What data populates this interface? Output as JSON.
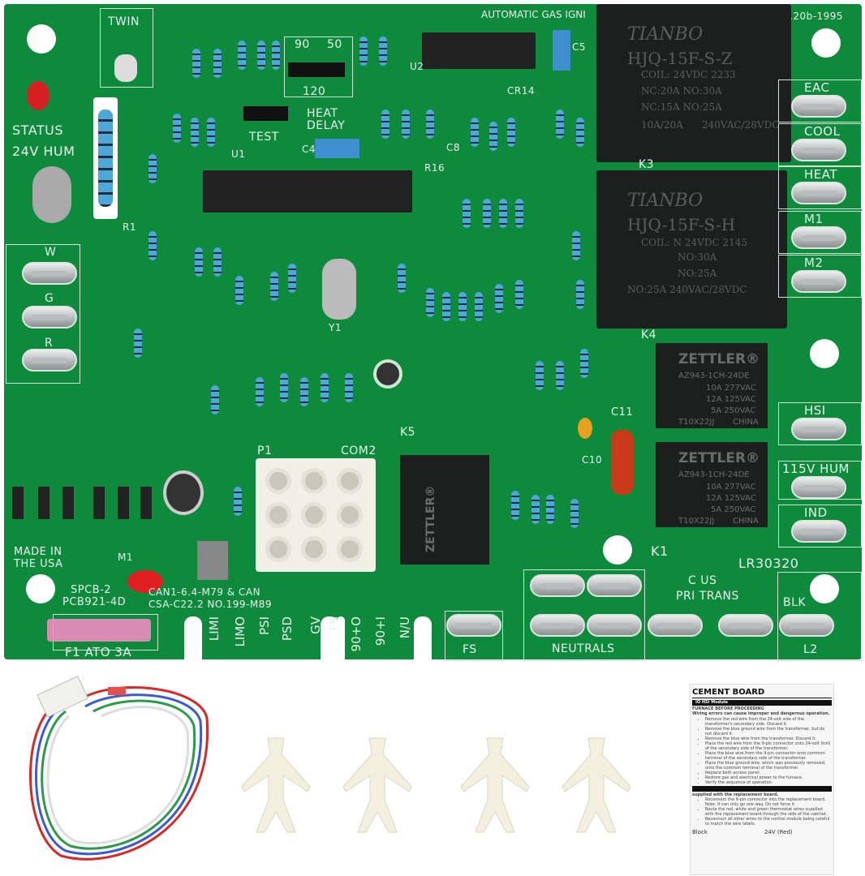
{
  "board": {
    "header_left": "AUTOMATIC GAS IGNI",
    "header_right": ".20b-1995",
    "colors": {
      "pcb": "#0e8a3c",
      "silkscreen": "#e8f3ea",
      "relay": "#1d1f1f",
      "fuse": "#f08cc0",
      "connector": "#f1efe6"
    },
    "labels": {
      "twin": "TWIN",
      "status": "STATUS",
      "hum24": "24V HUM",
      "j90": "90",
      "j50": "50",
      "j120": "120",
      "heat_delay": "HEAT\nDELAY",
      "test": "TEST",
      "u1": "U1",
      "u2": "U2",
      "c4": "C4",
      "c5": "C5",
      "c8": "C8",
      "cr14": "CR14",
      "r16": "R16",
      "r1": "R1",
      "k3": "K3",
      "k4": "K4",
      "k1": "K1",
      "k5": "K5",
      "p1": "P1",
      "com2": "COM2",
      "c11": "C11",
      "c10": "C10",
      "y1": "Y1",
      "lr": "LR30320",
      "made": "MADE IN",
      "usa": "THE USA",
      "m1": "M1",
      "spcb": "SPCB-2",
      "pcb": "PCB921-4D",
      "can1": "CAN1-6.4-M79 & CAN",
      "csa": "CSA-C22.2 NO.199-M89",
      "fuse": "F1  ATO 3A",
      "neutrals": "NEUTRALS",
      "cus": "C    US",
      "pri": "PRI  TRANS",
      "blk": "BLK",
      "l2": "L2",
      "fs": "FS"
    },
    "right_terminals": [
      "EAC",
      "COOL",
      "HEAT",
      "M1",
      "M2",
      "HSI",
      "115V HUM",
      "IND"
    ],
    "left_terminals": [
      "W",
      "G",
      "R"
    ],
    "bottom_pins": [
      "LIMI",
      "LIMO",
      "PSI",
      "PSD",
      "GV",
      "FS",
      "90+O",
      "90+I",
      "N/U"
    ],
    "relay_z": {
      "brand": "TIANBO",
      "model": "HJQ-15F-S-Z",
      "coil": "COIL:      24VDC    2233",
      "l1": "NC:20A          NO:30A",
      "l2": "NC:15A          NO:25A",
      "l3": "10A/20A",
      "l4": "240VAC/28VDC"
    },
    "relay_h": {
      "brand": "TIANBO",
      "model": "HJQ-15F-S-H",
      "coil": "COIL:   N 24VDC   2145",
      "l1": "NO:30A",
      "l2": "NO:25A",
      "l3": "NO:25A   240VAC/28VDC"
    },
    "zettler": {
      "brand": "ZETTLER®",
      "model": "AZ943-1CH-24DE",
      "r1": "10A  277VAC",
      "r2": "12A  125VAC",
      "r3": "5A  250VAC",
      "code": "T10X22JJ",
      "origin": "CHINA"
    }
  },
  "manual": {
    "title": "CEMENT BOARD",
    "section": "IO HSI Module",
    "warn1": "FURNACE BEFORE PROCEEDING",
    "warn2": "Wiring errors can cause improper and dangerous operation.",
    "steps": [
      "Remove the red wire from the 24-volt side of the transformer's secondary side. Discard it.",
      "Remove the blue ground wire from the transformer, but do not discard it.",
      "Remove the blue wire from the transformer. Discard it.",
      "Place the red wire from the 9-pin connector onto 24-volt (hot) of the secondary side of the transformer.",
      "Place the blue wire from the 9-pin connector onto common terminal of the secondary side of the transformer.",
      "Place the blue ground wire, which was previously removed, onto the common terminal of the transformer.",
      "Replace both access panel.",
      "Restore gas and electrical power to the furnace.",
      "Verify the sequence of operation."
    ],
    "supplied": "supplied with the replacement board.",
    "steps2": [
      "Reconnect the 9-pin connector into the replacement board. Note: It can only go one way. Do not force it.",
      "Route the red, white and green thermostat wires supplied with the replacement board through the side of the cabinet.",
      "Reconnect all other wires to the control module being careful to match the wire labels."
    ],
    "block": "Block",
    "red": "24V (Red)"
  }
}
